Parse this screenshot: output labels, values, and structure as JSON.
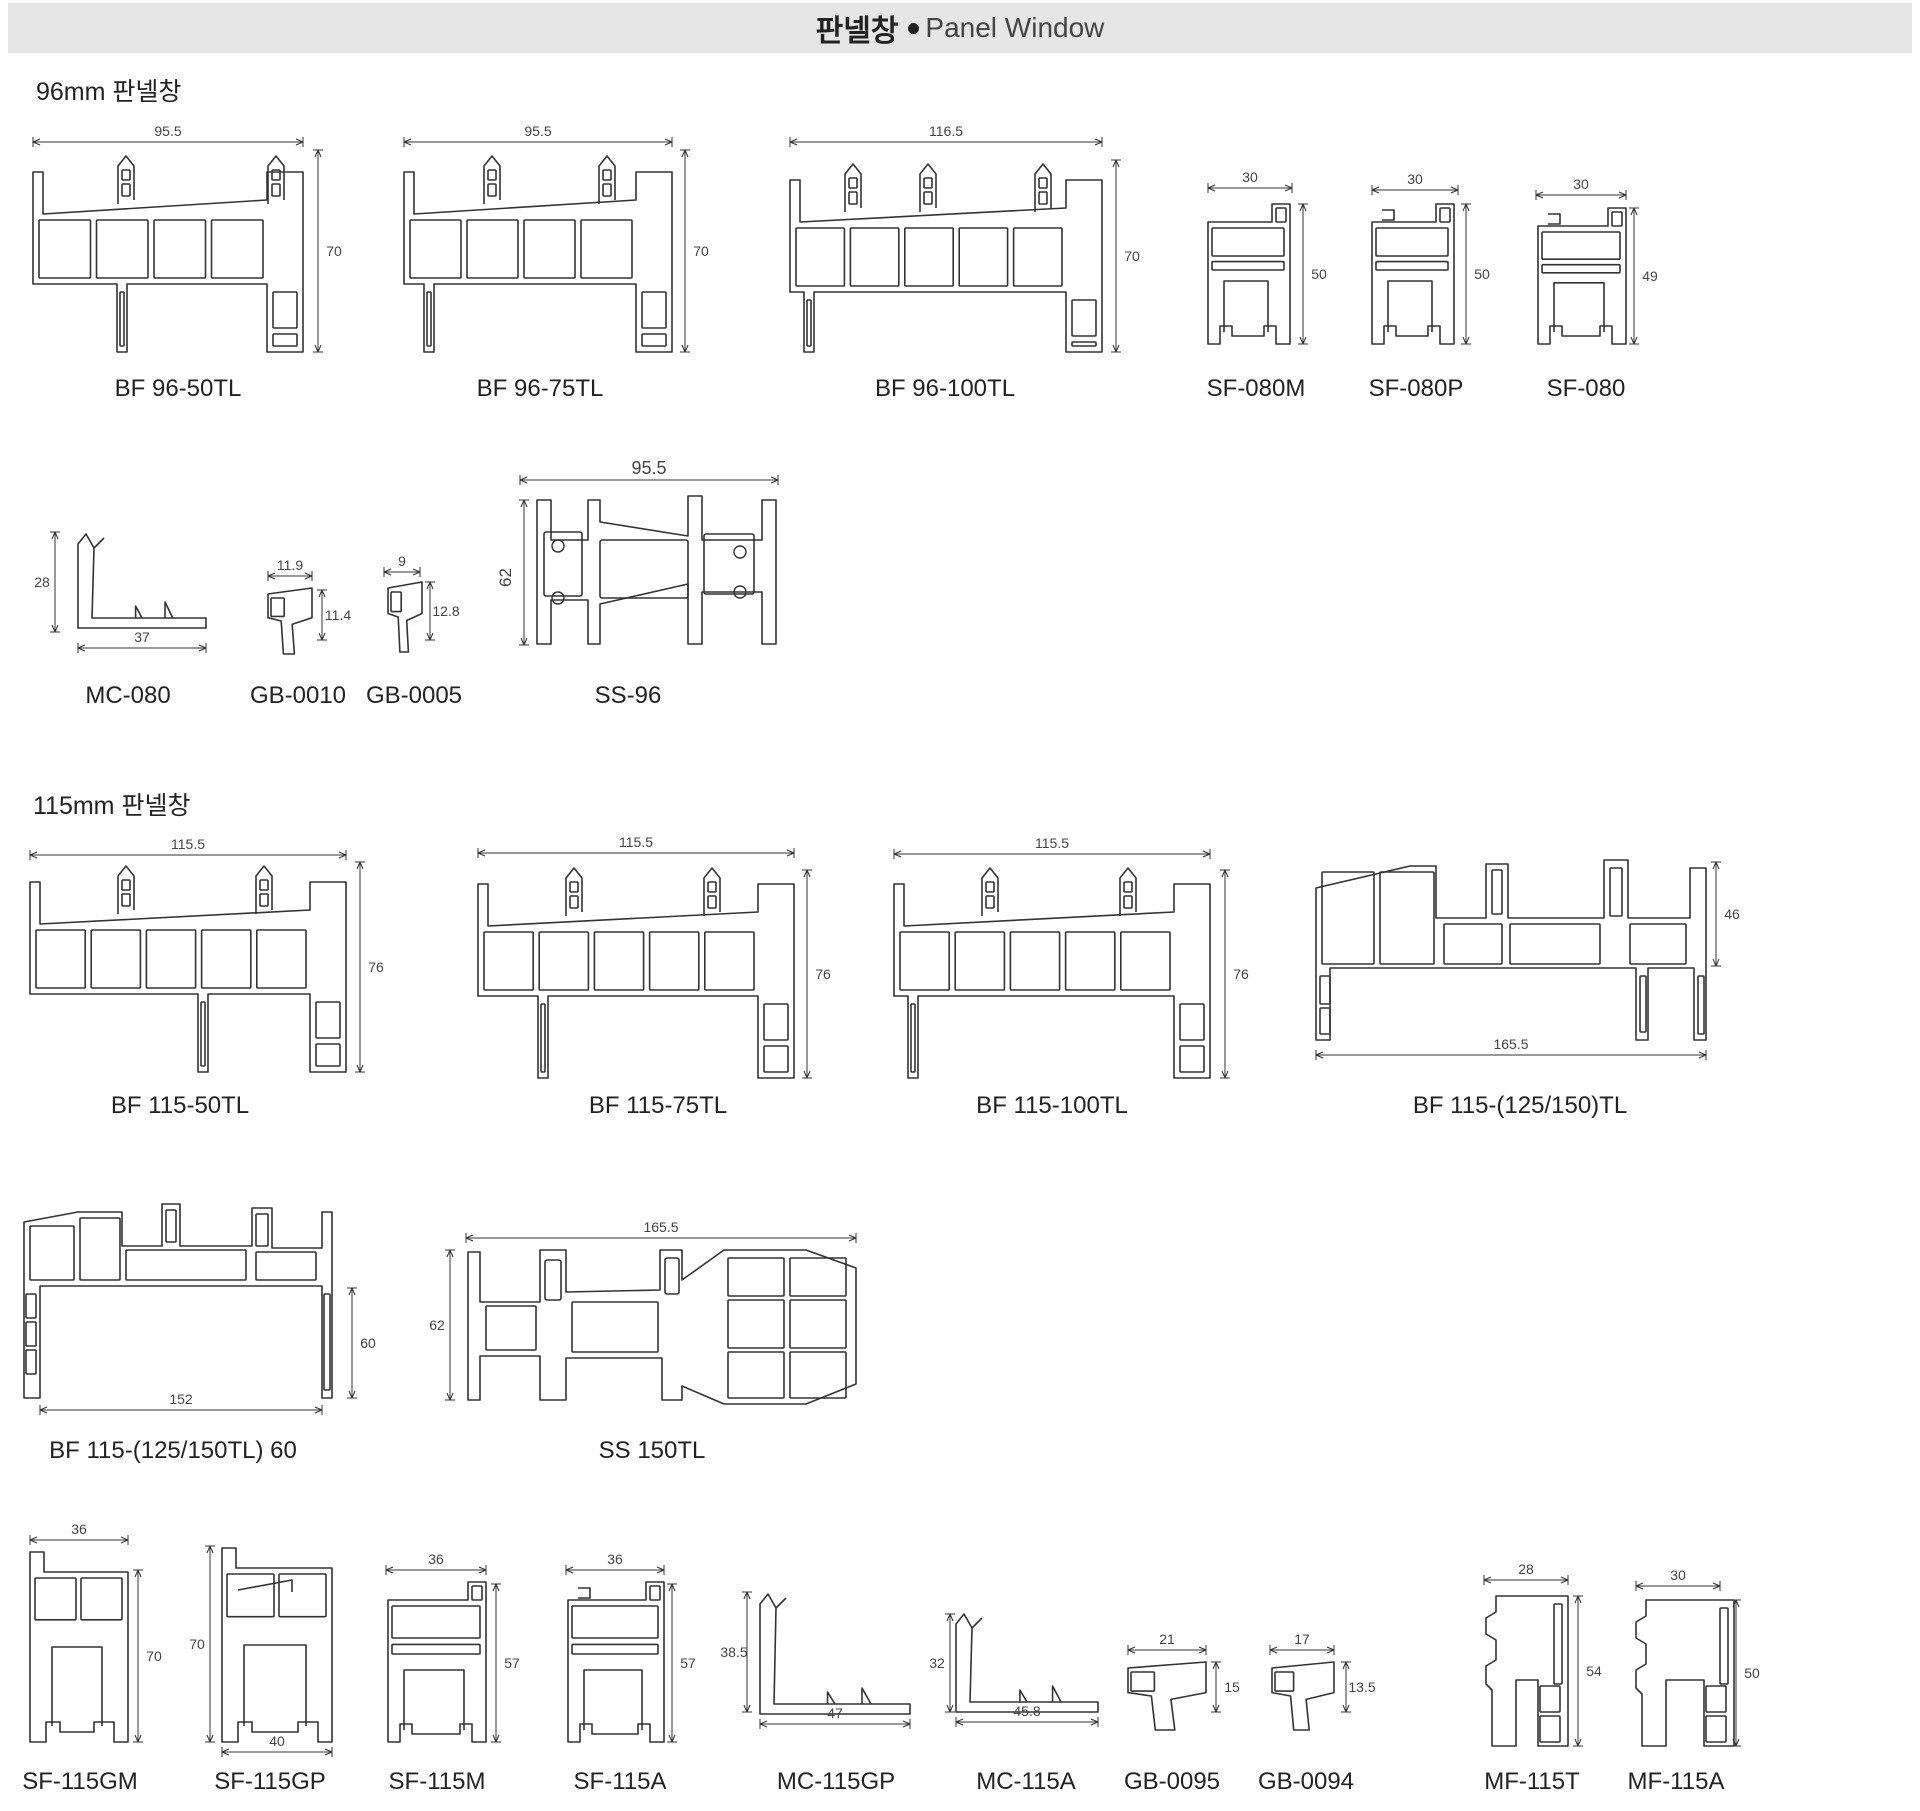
{
  "header": {
    "title_ko": "판넬창",
    "title_en": "Panel Window"
  },
  "sections": [
    {
      "title": "96mm 판넬창"
    },
    {
      "title": "115mm 판넬창"
    }
  ],
  "profiles": [
    {
      "name": "BF 96-50TL",
      "width": "95.5",
      "height": "70"
    },
    {
      "name": "BF 96-75TL",
      "width": "95.5",
      "height": "70"
    },
    {
      "name": "BF 96-100TL",
      "width": "116.5",
      "height": "70"
    },
    {
      "name": "SF-080M",
      "width": "30",
      "height": "50"
    },
    {
      "name": "SF-080P",
      "width": "30",
      "height": "50"
    },
    {
      "name": "SF-080",
      "width": "30",
      "height": "49"
    },
    {
      "name": "MC-080",
      "width": "37",
      "height": "28"
    },
    {
      "name": "GB-0010",
      "width": "11.9",
      "height": "11.4"
    },
    {
      "name": "GB-0005",
      "width": "9",
      "height": "12.8"
    },
    {
      "name": "SS-96",
      "width": "95.5",
      "height": "62"
    },
    {
      "name": "BF 115-50TL",
      "width": "115.5",
      "height": "76"
    },
    {
      "name": "BF 115-75TL",
      "width": "115.5",
      "height": "76"
    },
    {
      "name": "BF 115-100TL",
      "width": "115.5",
      "height": "76"
    },
    {
      "name": "BF 115-(125/150)TL",
      "width": "165.5",
      "height": "46"
    },
    {
      "name": "BF 115-(125/150TL) 60",
      "width": "152",
      "height": "60"
    },
    {
      "name": "SS 150TL",
      "width": "165.5",
      "height": "62"
    },
    {
      "name": "SF-115GM",
      "width": "36",
      "height": "70"
    },
    {
      "name": "SF-115GP",
      "width": "40",
      "height": "70"
    },
    {
      "name": "SF-115M",
      "width": "36",
      "height": "57"
    },
    {
      "name": "SF-115A",
      "width": "36",
      "height": "57"
    },
    {
      "name": "MC-115GP",
      "width": "47",
      "height": "38.5"
    },
    {
      "name": "MC-115A",
      "width": "45.8",
      "height": "32"
    },
    {
      "name": "GB-0095",
      "width": "21",
      "height": "15"
    },
    {
      "name": "GB-0094",
      "width": "17",
      "height": "13.5"
    },
    {
      "name": "MF-115T",
      "width": "28",
      "height": "54"
    },
    {
      "name": "MF-115A",
      "width": "30",
      "height": "50"
    }
  ]
}
